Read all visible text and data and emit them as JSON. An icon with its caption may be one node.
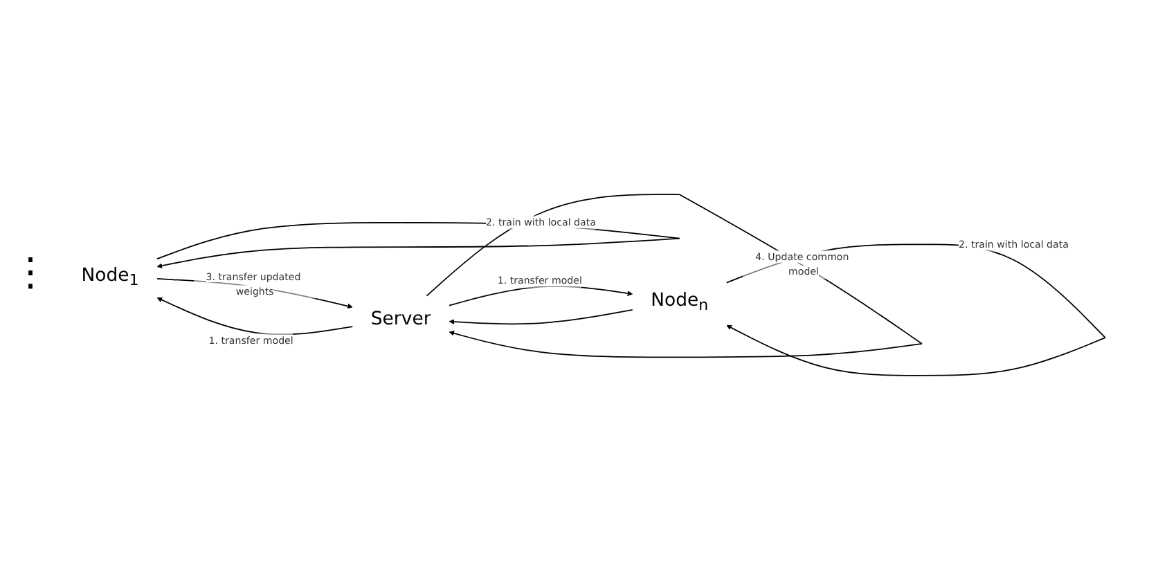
{
  "diagram": {
    "nodes": [
      {
        "text": [
          "Node$_{1}$"
        ]
      },
      {
        "text": [
          "Node$_{n}$"
        ]
      },
      {
        "text": [
          "Server"
        ]
      }
    ],
    "edges": [
      {
        "from": 0,
        "to": 0,
        "arrow": "to",
        "label": "2. train with local data"
      },
      {
        "from": 2,
        "to": 0,
        "arrow": "to",
        "label": "1. transfer model"
      },
      {
        "from": 0,
        "to": 2,
        "arrow": "to",
        "label": "3. transfer updated weights"
      },
      {
        "from": 1,
        "to": 2,
        "arrow": "to"
      },
      {
        "from": 2,
        "to": 1,
        "arrow": "to",
        "label": "1. transfer model"
      },
      {
        "from": 1,
        "to": 1,
        "arrow": "to",
        "label": "2. train with local data"
      },
      {
        "from": 2,
        "to": 2,
        "arrow": "to",
        "label": "4. Update common model"
      }
    ],
    "labels": [
      "⋮"
    ]
  }
}
